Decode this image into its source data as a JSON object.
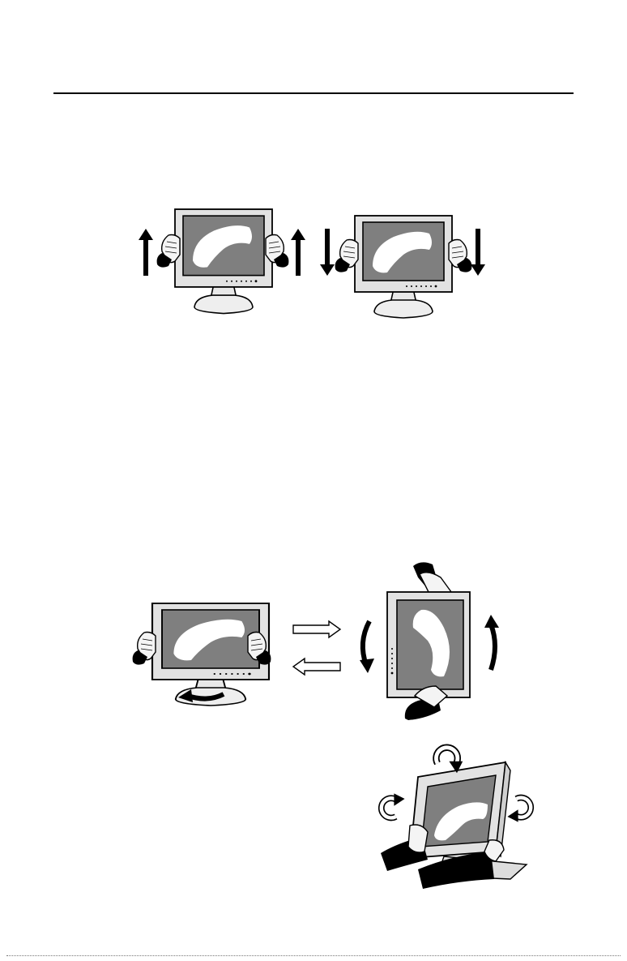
{
  "page": {
    "background": "#ffffff",
    "ink": "#000000",
    "screen_color": "#7f7f7f",
    "bezel_color": "#e2e2e2"
  },
  "figures": [
    {
      "id": "raise",
      "subject": "monitor-raised",
      "arrow": "up-arrow"
    },
    {
      "id": "lower",
      "subject": "monitor-lowered",
      "arrow": "down-arrow"
    },
    {
      "id": "swivel",
      "subject": "monitor-swivel",
      "arrow": "curved-arrow"
    },
    {
      "id": "pivot",
      "subject": "monitor-portrait",
      "arrow": "curved-arrow"
    },
    {
      "id": "tilt",
      "subject": "monitor-tilt",
      "arrow": "rotate-arrow"
    }
  ],
  "transition_arrows": [
    "right-arrow-icon",
    "left-arrow-icon"
  ]
}
